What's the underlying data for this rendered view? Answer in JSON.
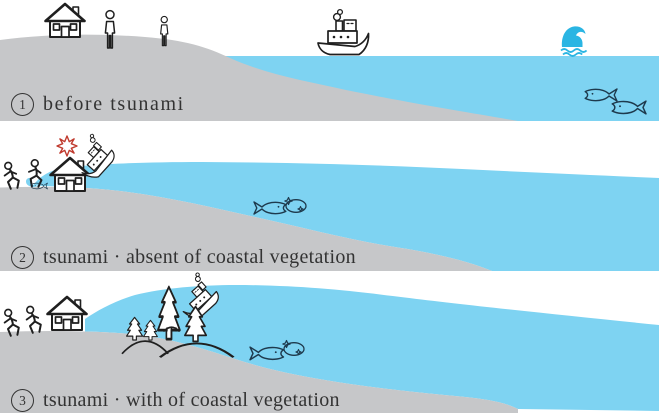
{
  "colors": {
    "land": "#c6c7c9",
    "water": "#7ed3f2",
    "wave": "#2ab5e3",
    "outline": "#1f1f1f",
    "fish": "#1e3a4d",
    "explosion": "#c03a2e",
    "text": "#333333",
    "background": "#ffffff"
  },
  "panels": [
    {
      "number": "1",
      "caption": "before tsunami",
      "scene": {
        "icons": [
          "house-icon",
          "person-icon",
          "person-icon",
          "ship-icon",
          "wave-icon",
          "fish-icon",
          "fish-icon"
        ]
      }
    },
    {
      "number": "2",
      "caption": "tsunami · absent of coastal vegetation",
      "scene": {
        "icons": [
          "running-person-icon",
          "running-person-icon",
          "house-icon",
          "explosion-icon",
          "capsized-ship-icon",
          "stranded-fish-icon",
          "fish-icon",
          "sea-creature-icon"
        ]
      }
    },
    {
      "number": "3",
      "caption": "tsunami · with of coastal vegetation",
      "scene": {
        "icons": [
          "running-person-icon",
          "running-person-icon",
          "house-icon",
          "pine-trees-icon",
          "capsized-ship-icon",
          "smoke-icon",
          "fish-icon",
          "sea-creature-icon"
        ]
      }
    }
  ]
}
